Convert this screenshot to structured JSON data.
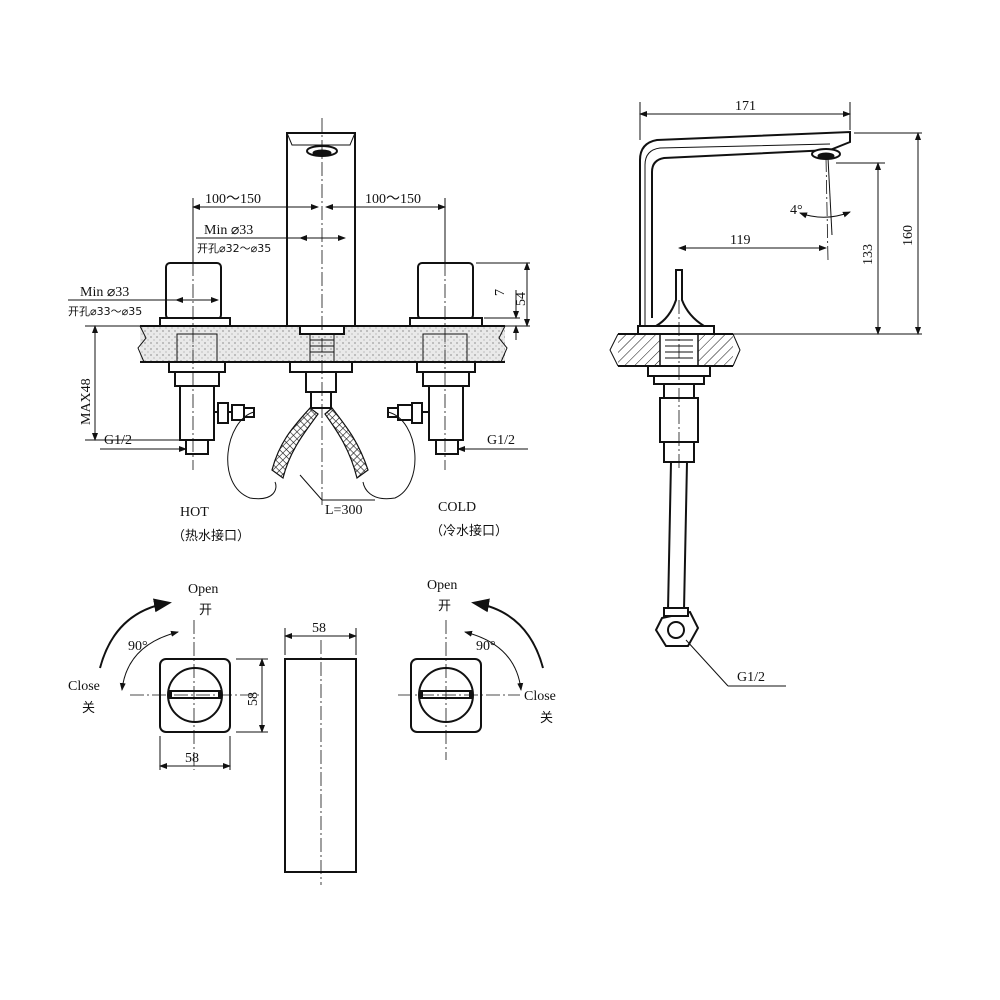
{
  "front": {
    "spacing_left": "100～150",
    "spacing_right": "100～150",
    "spout_min": "Min ⌀33",
    "spout_hole": "开孔⌀32～⌀35",
    "handle_min": "Min ⌀33",
    "handle_hole": "开孔⌀33～⌀35",
    "dim_7": "7",
    "dim_54": "54",
    "max48": "MAX48",
    "g_left": "G1/2",
    "g_right": "G1/2",
    "hose": "L=300",
    "hot": "HOT",
    "hot_cn": "（热水接口）",
    "cold": "COLD",
    "cold_cn": "（冷水接口）"
  },
  "side": {
    "dim_171": "171",
    "dim_4deg": "4°",
    "dim_119": "119",
    "dim_133": "133",
    "dim_160": "160",
    "g_bottom": "G1/2"
  },
  "top": {
    "left_open": "Open",
    "left_open_cn": "开",
    "left_angle": "90°",
    "left_close": "Close",
    "left_close_cn": "关",
    "left_w": "58",
    "left_h": "58",
    "spout_w": "58",
    "right_open": "Open",
    "right_open_cn": "开",
    "right_angle": "90°",
    "right_close": "Close",
    "right_close_cn": "关"
  }
}
